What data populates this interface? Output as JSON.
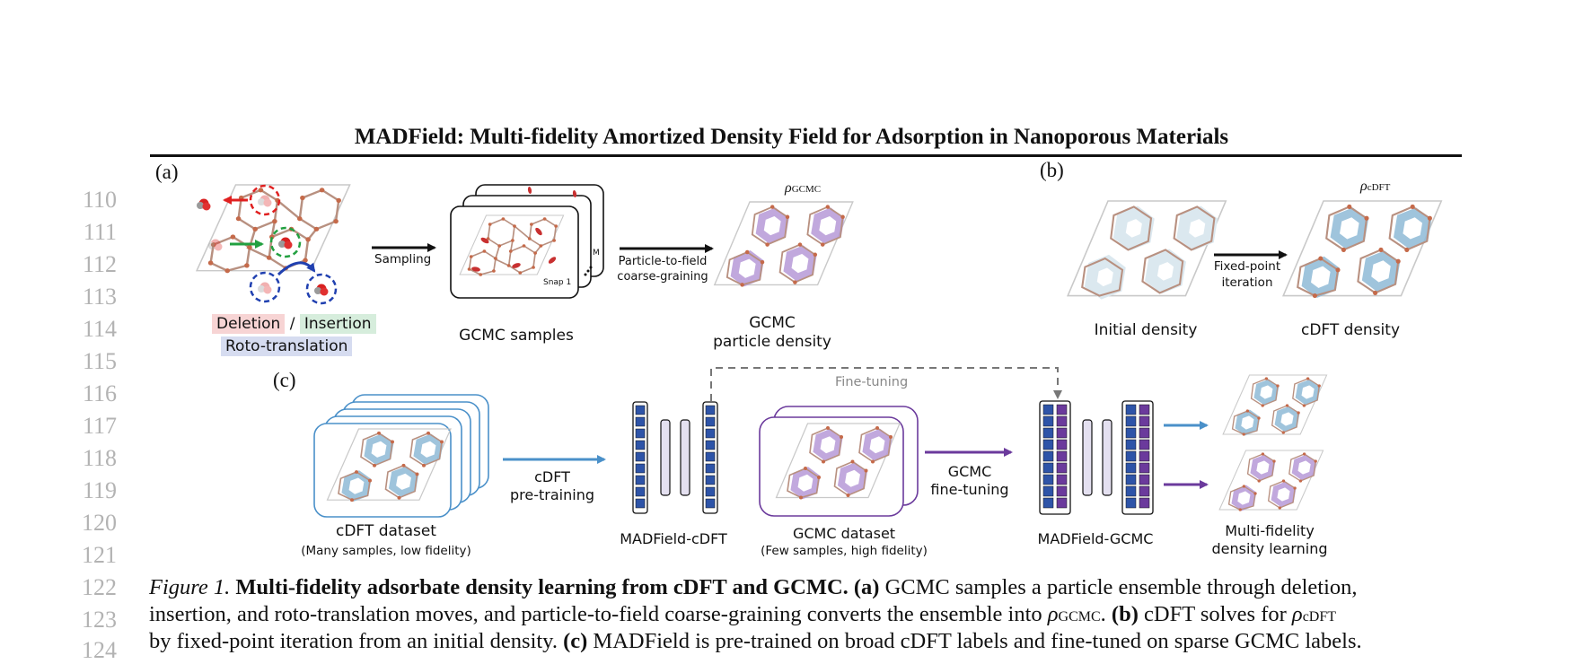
{
  "header": {
    "title": "MADField: Multi-fidelity Amortized Density Field for Adsorption in Nanoporous Materials"
  },
  "line_numbers": [
    "110",
    "111",
    "112",
    "113",
    "114",
    "115",
    "116",
    "117",
    "118",
    "119",
    "120",
    "121",
    "122",
    "123",
    "124"
  ],
  "figure": {
    "panel_a": {
      "label": "(a)",
      "moves": {
        "deletion": "Deletion",
        "slash": "/",
        "insertion": "Insertion",
        "roto": "Roto-translation"
      },
      "sampling_arrow": "Sampling",
      "snap_first": "Snap 1",
      "snap_last": "M",
      "gcmc_samples": "GCMC samples",
      "coarse_arrow_line1": "Particle-to-field",
      "coarse_arrow_line2": "coarse-graining",
      "rho_gcmc": "ρ",
      "rho_gcmc_sub": "GCMC",
      "gcmc_density_line1": "GCMC",
      "gcmc_density_line2": "particle density"
    },
    "panel_b": {
      "label": "(b)",
      "rho_cdft": "ρ",
      "rho_cdft_sub": "cDFT",
      "iter_arrow_line1": "Fixed-point",
      "iter_arrow_line2": "iteration",
      "initial_density": "Initial density",
      "cdft_density": "cDFT density"
    },
    "panel_c": {
      "label": "(c)",
      "cdft_dataset": "cDFT dataset",
      "cdft_dataset_note": "(Many samples, low fidelity)",
      "pretrain_line1": "cDFT",
      "pretrain_line2": "pre-training",
      "model_cdft": "MADField-cDFT",
      "fine_tuning_link": "Fine-tuning",
      "gcmc_dataset": "GCMC dataset",
      "gcmc_dataset_note": "(Few samples, high fidelity)",
      "finetune_line1": "GCMC",
      "finetune_line2": "fine-tuning",
      "model_gcmc": "MADField-GCMC",
      "multi_line1": "Multi-fidelity",
      "multi_line2": "density learning"
    },
    "colors": {
      "deletion_bg": "#f7d4d4",
      "insertion_bg": "#d6eddc",
      "roto_bg": "#d6dcf0",
      "cdft_blue": "#4a90c9",
      "gcmc_purple": "#6b3a9c",
      "network_blue": "#2e54a8",
      "network_purple": "#6b3a9c"
    }
  },
  "caption": {
    "fig_num": "Figure 1.",
    "bold_title": "Multi-fidelity adsorbate density learning from cDFT and GCMC.",
    "a_label": "(a)",
    "line1_rest": "GCMC samples a particle ensemble through deletion,",
    "line2_start": "insertion, and roto-translation moves, and particle-to-field coarse-graining converts the ensemble into",
    "rho_gcmc": "ρ",
    "rho_gcmc_sub": "GCMC",
    "period1": ".",
    "b_label": "(b)",
    "line2_rest": "cDFT solves for",
    "rho_cdft": "ρ",
    "rho_cdft_sub": "cDFT",
    "line3_start": "by fixed-point iteration from an initial density.",
    "c_label": "(c)",
    "line3_rest": "MADField is pre-trained on broad cDFT labels and fine-tuned on sparse GCMC labels."
  }
}
